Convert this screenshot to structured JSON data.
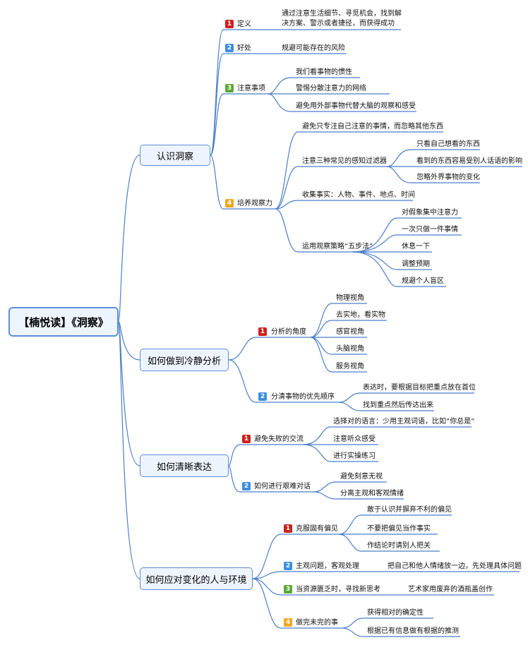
{
  "root": "【楠悦读】《洞察》",
  "colors": {
    "line": "#4a7ec9",
    "badge1": "#d0201b",
    "badge2": "#3d8ee0",
    "badge3": "#5aa833",
    "badge4": "#f5a623"
  },
  "b1": {
    "title": "认识洞察",
    "c1": {
      "badge": "1",
      "label": "定义",
      "l1": "通过注意生活细节、寻觅机会，找到解",
      "l2": "决方案、警示或者捷径，而获得成功"
    },
    "c2": {
      "badge": "2",
      "label": "好处",
      "t1": "规避可能存在的风险"
    },
    "c3": {
      "badge": "3",
      "label": "注意事项",
      "t1": "我们看事物的惯性",
      "t2": "警惕分散注意力的网络",
      "t3": "避免用外部事物代替大脑的观察和感受"
    },
    "c4": {
      "badge": "4",
      "label": "培养观察力",
      "t1": "避免只专注自己注意的事情，而忽略其他东西",
      "t2": "注意三种常见的感知过滤器",
      "t2a": "只看自己想看的东西",
      "t2b": "看到的东西容易受别人话语的影响",
      "t2c": "忽略外界事物的变化",
      "t3": "收集事实：人物、事件、地点、时间",
      "t4": "运用观察策略“五步法”",
      "t4a": "对假象集中注意力",
      "t4b": "一次只做一件事情",
      "t4c": "休息一下",
      "t4d": "调整预期",
      "t4e": "规避个人盲区"
    }
  },
  "b2": {
    "title": "如何做到冷静分析",
    "c1": {
      "badge": "1",
      "label": "分析的角度",
      "t1": "物理视角",
      "t2": "去实地，看实物",
      "t3": "感官视角",
      "t4": "头脑视角",
      "t5": "服务视角"
    },
    "c2": {
      "badge": "2",
      "label": "分清事物的优先顺序",
      "t1": "表达时，要根据目标把重点放在首位",
      "t2": "找到重点然后传达出来"
    }
  },
  "b3": {
    "title": "如何清晰表达",
    "c1": {
      "badge": "1",
      "label": "避免失败的交流",
      "t1": "选择对的语言：少用主观词语，比如“你总是”",
      "t2": "注意听众感受",
      "t3": "进行实操练习"
    },
    "c2": {
      "badge": "2",
      "label": "如何进行艰难对话",
      "t1": "避免刻意无视",
      "t2": "分离主观和客观情绪"
    }
  },
  "b4": {
    "title": "如何应对变化的人与环境",
    "c1": {
      "badge": "1",
      "label": "克服固有偏见",
      "t1": "敢于认识并摒弃不利的偏见",
      "t2": "不要把偏见当作事实",
      "t3": "作结论时请别人把关"
    },
    "c2": {
      "badge": "2",
      "label": "主观问题，客观处理",
      "t1": "把自己和他人情绪放一边，先处理具体问题"
    },
    "c3": {
      "badge": "3",
      "label": "当资源匮乏时，寻找新思考",
      "t1": "艺术家用废弃的酒瓶盖创作"
    },
    "c4": {
      "badge": "4",
      "label": "做完未完的事",
      "t1": "获得相对的确定性",
      "t2": "根据已有信息做有根据的推测"
    }
  }
}
